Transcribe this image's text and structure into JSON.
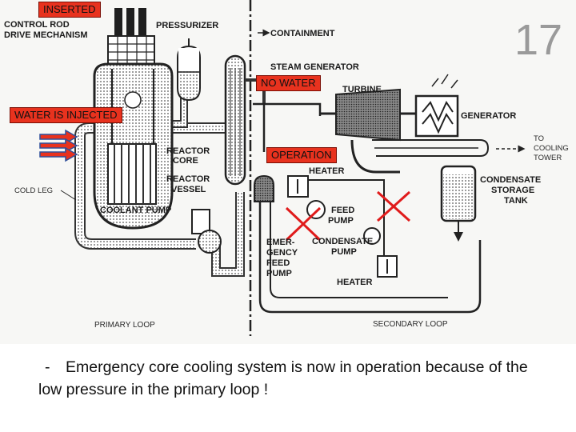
{
  "slide": {
    "number": "17"
  },
  "callouts": {
    "inserted": "INSERTED",
    "no_water": "NO WATER",
    "water_injected": "WATER IS INJECTED",
    "operation": "OPERATION"
  },
  "labels": {
    "control_rod_line1": "CONTROL ROD",
    "control_rod_line2": "DRIVE MECHANISM",
    "pressurizer": "PRESSURIZER",
    "containment": "CONTAINMENT",
    "steam_generator": "STEAM GENERATOR",
    "turbine": "TURBINE",
    "generator": "GENERATOR",
    "to_cooling_tower_1": "TO",
    "to_cooling_tower_2": "COOLING",
    "to_cooling_tower_3": "TOWER",
    "reactor_core_1": "REACTOR",
    "reactor_core_2": "CORE",
    "reactor_vessel_1": "REACTOR",
    "reactor_vessel_2": "VESSEL",
    "heater_top": "HEATER",
    "condensate_storage_1": "CONDENSATE",
    "condensate_storage_2": "STORAGE",
    "condensate_storage_3": "TANK",
    "cold_leg": "COLD LEG",
    "feed_pump_1": "FEED",
    "feed_pump_2": "PUMP",
    "coolant_pump": "COOLANT PUMP",
    "condensate_pump_1": "CONDENSATE",
    "condensate_pump_2": "PUMP",
    "emergency_1": "EMER-",
    "emergency_2": "GENCY",
    "emergency_3": "FEED",
    "emergency_4": "PUMP",
    "heater_bottom": "HEATER",
    "primary_loop": "PRIMARY LOOP",
    "secondary_loop": "SECONDARY LOOP"
  },
  "caption": {
    "dash": "-",
    "text": "Emergency core cooling system is now in operation because of the low pressure in the primary loop !"
  },
  "colors": {
    "callout_red": "#e8321e",
    "arrow_blue": "#2f4f9a",
    "cross_red": "#e01b1b"
  }
}
